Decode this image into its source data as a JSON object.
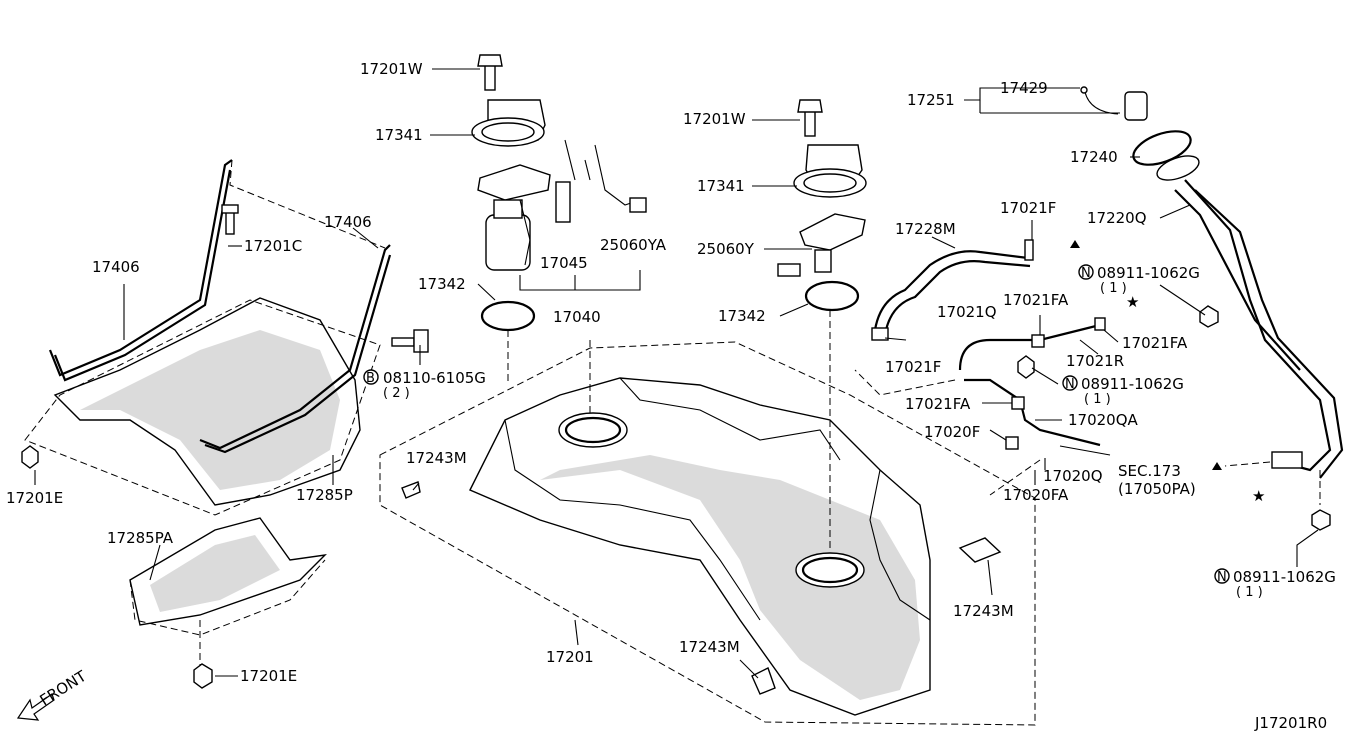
{
  "diagram_id": "J17201R0",
  "front_label": "FRONT",
  "callouts": [
    {
      "id": "w1",
      "text": "17201W"
    },
    {
      "id": "c1",
      "text": "17341"
    },
    {
      "id": "c2",
      "text": "17406"
    },
    {
      "id": "c3",
      "text": "17406"
    },
    {
      "id": "c4",
      "text": "17201C"
    },
    {
      "id": "c5",
      "text": "17045"
    },
    {
      "id": "c6",
      "text": "25060YA"
    },
    {
      "id": "c7",
      "text": "17342"
    },
    {
      "id": "c8",
      "text": "17040"
    },
    {
      "id": "c9",
      "text": "08110-6105G"
    },
    {
      "id": "c9q",
      "text": "( 2 )"
    },
    {
      "id": "c10",
      "text": "17201E"
    },
    {
      "id": "c11",
      "text": "17285P"
    },
    {
      "id": "c12",
      "text": "17285PA"
    },
    {
      "id": "c13",
      "text": "17201E"
    },
    {
      "id": "c14",
      "text": "17201W"
    },
    {
      "id": "c15",
      "text": "17341"
    },
    {
      "id": "c16",
      "text": "25060Y"
    },
    {
      "id": "c17",
      "text": "17342"
    },
    {
      "id": "c18",
      "text": "17251"
    },
    {
      "id": "c19",
      "text": "17429"
    },
    {
      "id": "c20",
      "text": "17240"
    },
    {
      "id": "c21",
      "text": "17228M"
    },
    {
      "id": "c22",
      "text": "17021F"
    },
    {
      "id": "c23",
      "text": "17220Q"
    },
    {
      "id": "c24",
      "text": "08911-1062G"
    },
    {
      "id": "c24q",
      "text": "( 1 )"
    },
    {
      "id": "c25",
      "text": "17021Q"
    },
    {
      "id": "c26",
      "text": "17021FA"
    },
    {
      "id": "c27",
      "text": "17021FA"
    },
    {
      "id": "c28",
      "text": "17021R"
    },
    {
      "id": "c29",
      "text": "17021F"
    },
    {
      "id": "c30",
      "text": "08911-1062G"
    },
    {
      "id": "c30q",
      "text": "( 1 )"
    },
    {
      "id": "c31",
      "text": "17021FA"
    },
    {
      "id": "c32",
      "text": "17020QA"
    },
    {
      "id": "c33",
      "text": "17020F"
    },
    {
      "id": "c34",
      "text": "17020Q"
    },
    {
      "id": "c35",
      "text": "SEC.173"
    },
    {
      "id": "c35b",
      "text": "(17050PA)"
    },
    {
      "id": "c36",
      "text": "17020FA"
    },
    {
      "id": "c37",
      "text": "08911-1062G"
    },
    {
      "id": "c37q",
      "text": "( 1 )"
    },
    {
      "id": "c38",
      "text": "17243M"
    },
    {
      "id": "c39",
      "text": "17243M"
    },
    {
      "id": "c40",
      "text": "17243M"
    },
    {
      "id": "c41",
      "text": "17201"
    }
  ],
  "prefix_symbols": {
    "bolt_b": "B",
    "nut_n": "N"
  }
}
